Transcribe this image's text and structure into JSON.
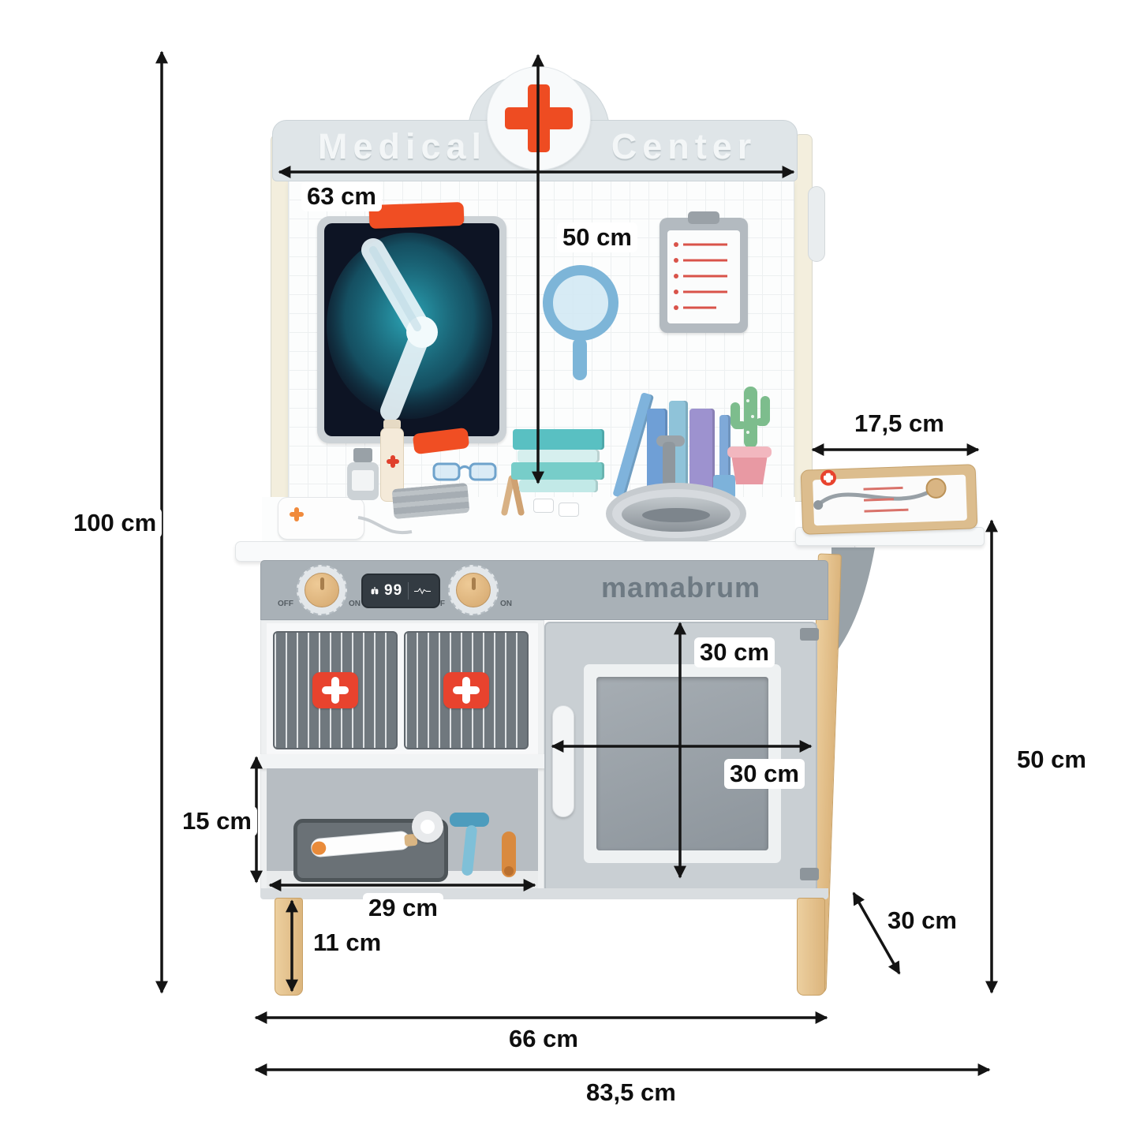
{
  "product": {
    "sign_left": "Medical",
    "sign_right": "Center",
    "brand": "mamabrum",
    "monitor_value": "99",
    "knob_off": "OFF",
    "knob_on": "ON"
  },
  "dims": {
    "total_height": "100 cm",
    "top_width": "63 cm",
    "backboard_height": "50 cm",
    "side_shelf_depth": "17,5 cm",
    "door_height": "30 cm",
    "door_width": "30 cm",
    "lower_shelf_height": "15 cm",
    "lower_shelf_width": "29 cm",
    "leg_height": "11 cm",
    "base_width": "66 cm",
    "total_width": "83,5 cm",
    "side_table_height": "50 cm",
    "depth": "30 cm"
  },
  "colors": {
    "accent_red": "#ea4b24",
    "sign_gray": "#dfe5e8",
    "wood": "#e2bd88",
    "teal": "#5fc4c6",
    "dimension_text": "#0f0f0f"
  }
}
